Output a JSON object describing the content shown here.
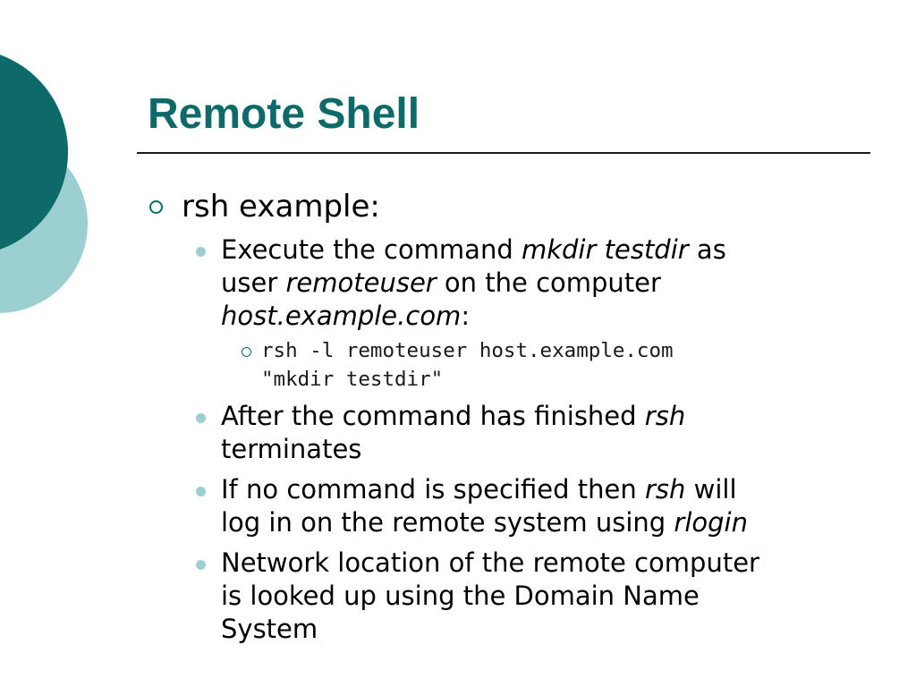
{
  "slide": {
    "title": "Remote Shell",
    "colors": {
      "title": "#0e6a68",
      "circle_dark": "#0e6a68",
      "circle_light": "#9ccfd1",
      "bullet_light": "#9ccfd1"
    },
    "level1": {
      "marker_icon": "hollow-circle-icon",
      "text": "rsh example:"
    },
    "bullets": [
      {
        "lines": [
          [
            {
              "t": "Execute the command "
            },
            {
              "t": "mkdir testdir",
              "i": true
            },
            {
              "t": " as"
            }
          ],
          [
            {
              "t": "user "
            },
            {
              "t": "remoteuser",
              "i": true
            },
            {
              "t": " on the computer"
            }
          ],
          [
            {
              "t": "host.example.com",
              "i": true
            },
            {
              "t": ":"
            }
          ]
        ]
      },
      {
        "lines": [
          [
            {
              "t": "After the command has finished "
            },
            {
              "t": "rsh",
              "i": true
            }
          ],
          [
            {
              "t": "terminates"
            }
          ]
        ]
      },
      {
        "lines": [
          [
            {
              "t": "If no command is specified then "
            },
            {
              "t": "rsh",
              "i": true
            },
            {
              "t": " will"
            }
          ],
          [
            {
              "t": "log in on the remote system using "
            },
            {
              "t": "rlogin",
              "i": true
            }
          ]
        ]
      },
      {
        "lines": [
          [
            {
              "t": "Network location of the remote computer"
            }
          ],
          [
            {
              "t": "is looked up using the Domain Name"
            }
          ],
          [
            {
              "t": "System"
            }
          ]
        ]
      }
    ],
    "code_example": {
      "marker_icon": "hollow-circle-icon",
      "line1": "rsh -l remoteuser host.example.com",
      "line2": "\"mkdir testdir\""
    }
  }
}
